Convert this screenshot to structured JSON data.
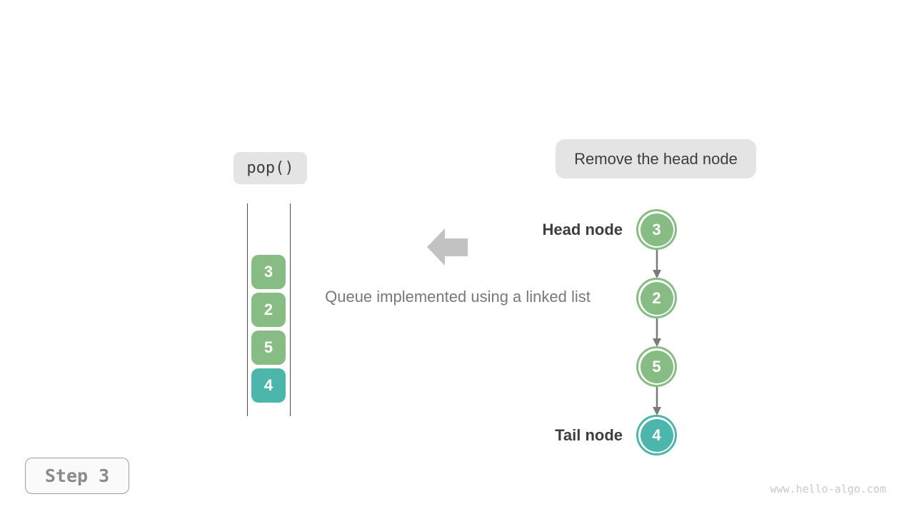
{
  "colors": {
    "node_green": "#87bd84",
    "node_teal": "#4db6ac",
    "node_text": "#ffffff",
    "label_box_bg": "#e4e4e4",
    "dark_text": "#3d3d3d",
    "gray_text": "#787878",
    "block_arrow": "#c2c2c2",
    "connector_gray": "#7a7a7a",
    "stack_line": "#4e4e4e",
    "step_box_bg": "#fafafa",
    "step_box_border": "#9e9e9e",
    "step_text": "#8a8a8a",
    "watermark_gray": "#c9c9c9"
  },
  "operation": {
    "label": "pop()"
  },
  "annotation": {
    "label": "Remove the head node"
  },
  "caption": {
    "label": "Queue implemented using a linked list"
  },
  "step_badge": {
    "label": "Step 3"
  },
  "watermark": {
    "label": "www.hello-algo.com"
  },
  "stack": {
    "items": [
      {
        "value": "3",
        "color_role": "green"
      },
      {
        "value": "2",
        "color_role": "green"
      },
      {
        "value": "5",
        "color_role": "green"
      },
      {
        "value": "4",
        "color_role": "teal"
      }
    ]
  },
  "linked_list": {
    "head_label": "Head node",
    "tail_label": "Tail node",
    "nodes": [
      {
        "value": "3",
        "color_role": "green"
      },
      {
        "value": "2",
        "color_role": "green"
      },
      {
        "value": "5",
        "color_role": "green"
      },
      {
        "value": "4",
        "color_role": "teal"
      }
    ]
  }
}
